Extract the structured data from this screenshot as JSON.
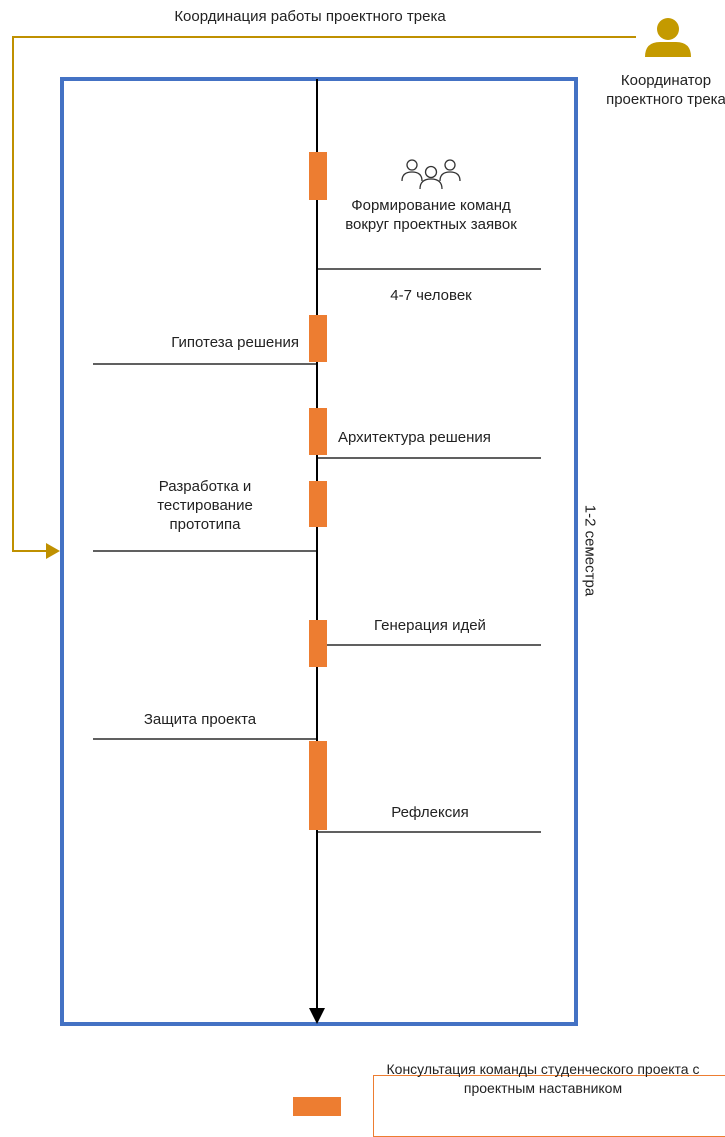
{
  "coordination_label": "Координация работы проектного трека",
  "coordinator_label": "Координатор проектного трека",
  "duration_label": "1-2 семестра",
  "team_size_label": "4-7 человек",
  "stages": [
    {
      "label": "Формирование команд вокруг проектных заявок",
      "side": "right",
      "has_icon": true
    },
    {
      "label": "Гипотеза решения",
      "side": "left"
    },
    {
      "label": "Архитектура решения",
      "side": "right"
    },
    {
      "label": "Разработка и тестирование прототипа",
      "side": "left"
    },
    {
      "label": "Генерация идей",
      "side": "right"
    },
    {
      "label": "Защита проекта",
      "side": "left"
    },
    {
      "label": "Рефлексия",
      "side": "right"
    }
  ],
  "legend": {
    "label": "Консультация команды студенческого проекта с проектным наставником"
  },
  "colors": {
    "frame": "#4472C4",
    "consultation": "#ED7D31",
    "coordination": "#BF9000",
    "timeline": "#000000"
  },
  "icons": {
    "coordinator": "person-icon",
    "team": "team-icon"
  }
}
